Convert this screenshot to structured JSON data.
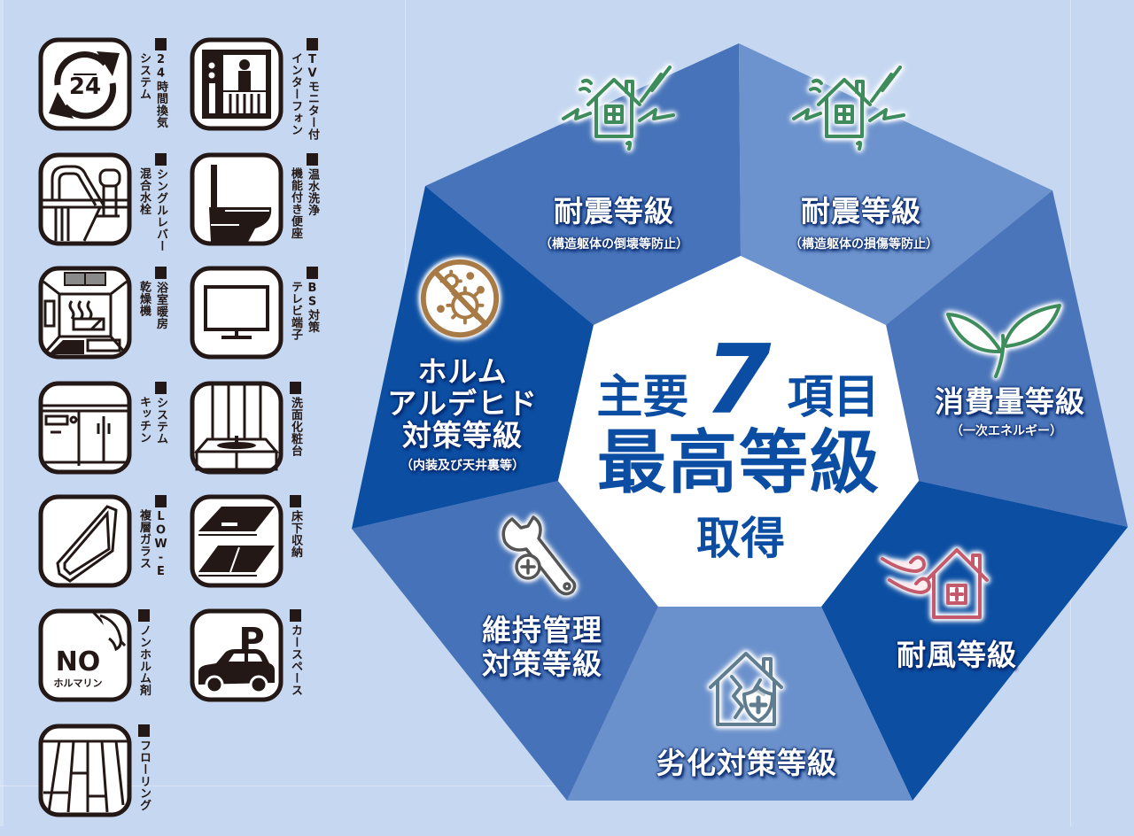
{
  "page": {
    "background": "#c6d8f1"
  },
  "features": [
    {
      "icon": "ventilation-24h-icon",
      "icon_text": "24",
      "lines": [
        "24時間換気",
        "システム"
      ]
    },
    {
      "icon": "tv-intercom-icon",
      "lines": [
        "TVモニター付",
        "インターフォン"
      ]
    },
    {
      "icon": "single-lever-faucet-icon",
      "lines": [
        "シングルレバー",
        "混合水栓"
      ]
    },
    {
      "icon": "washlet-toilet-icon",
      "lines": [
        "温水洗浄",
        "機能付き便座"
      ]
    },
    {
      "icon": "bathroom-dryer-icon",
      "lines": [
        "浴室暖房",
        "乾燥機"
      ]
    },
    {
      "icon": "tv-monitor-icon",
      "lines": [
        "BS対策",
        "テレビ端子"
      ]
    },
    {
      "icon": "system-kitchen-icon",
      "lines": [
        "システム",
        "キッチン"
      ]
    },
    {
      "icon": "vanity-icon",
      "lines": [
        "洗面化粧台"
      ]
    },
    {
      "icon": "double-glazing-icon",
      "lines": [
        "LOW-E",
        "複層ガラス"
      ]
    },
    {
      "icon": "underfloor-storage-icon",
      "lines": [
        "床下収納"
      ]
    },
    {
      "icon": "no-formalin-icon",
      "icon_text": "NO",
      "icon_subtext": "ホルマリン",
      "lines": [
        "ノンホルム剤"
      ]
    },
    {
      "icon": "car-parking-icon",
      "icon_text": "P",
      "lines": [
        "カースペース"
      ]
    },
    {
      "icon": "flooring-icon",
      "lines": [
        "フローリング"
      ]
    }
  ],
  "diagram": {
    "center": {
      "prefix": "主要",
      "number": "7",
      "suffix": "項目",
      "main": "最高等級",
      "footer": "取得",
      "color": "#0a4da2",
      "fill": "#ffffff"
    },
    "sectors": [
      {
        "title": "耐震等級",
        "subtitle": "（構造躯体の倒壊等防止）",
        "icon": "earthquake-house-icon",
        "color": "#4673b9"
      },
      {
        "title": "耐震等級",
        "subtitle": "（構造躯体の損傷等防止）",
        "icon": "earthquake-house-icon",
        "color": "#6c93cd"
      },
      {
        "title": "消費量等級",
        "subtitle": "（一次エネルギー）",
        "icon": "sprout-leaf-icon",
        "color": "#4a75ba"
      },
      {
        "title": "耐風等級",
        "icon": "wind-house-icon",
        "color": "#0b4ea2"
      },
      {
        "title": "劣化対策等級",
        "icon": "deterioration-house-icon",
        "color": "#6b91cc"
      },
      {
        "title_lines": [
          "維持管理",
          "対策等級"
        ],
        "icon": "maintenance-wrench-icon",
        "color": "#4572b8"
      },
      {
        "title_lines": [
          "ホルム",
          "アルデヒド",
          "対策等級"
        ],
        "subtitle": "（内装及び天井裏等）",
        "icon": "formaldehyde-virus-icon",
        "color": "#0b4ea2"
      }
    ]
  }
}
